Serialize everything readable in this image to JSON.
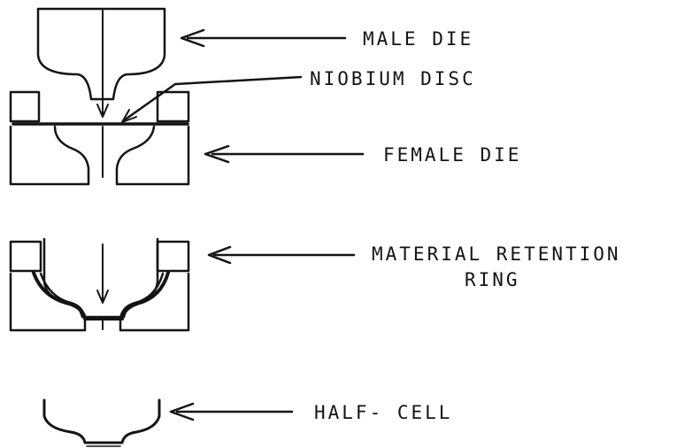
{
  "diagram": {
    "labels": {
      "male_die": "MALE DIE",
      "niobium_disc": "NIOBIUM DISC",
      "female_die": "FEMALE DIE",
      "retention_ring_line1": "MATERIAL RETENTION",
      "retention_ring_line2": "RING",
      "half_cell": "HALF- CELL"
    },
    "colors": {
      "ink": "#141414",
      "background": "#ffffff"
    }
  }
}
